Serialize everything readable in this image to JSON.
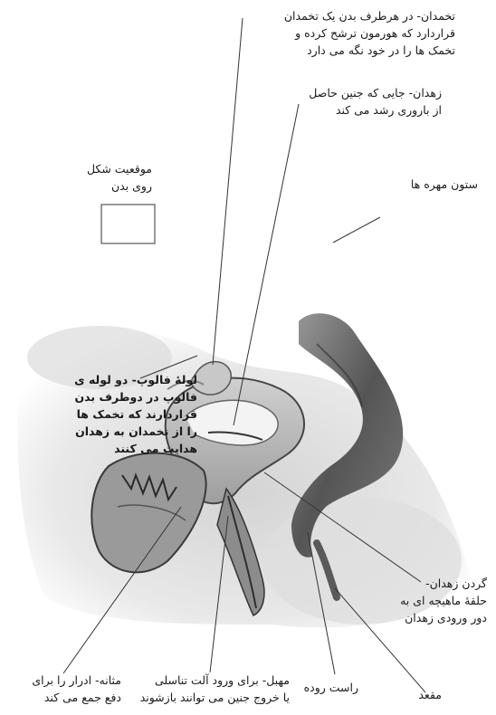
{
  "labels": {
    "ovary": [
      "تخمدان- در هرطرف بدن یک تخمدان",
      "قراردارد که هورمون ترشح کرده و",
      "تخمک ها را در خود نگه می دارد"
    ],
    "uterus": [
      "زهدان- جایی که جنین حاصل",
      "از باروری رشد می کند"
    ],
    "body_location": [
      "موقعیت شکل",
      "روی بدن"
    ],
    "spine": [
      "ستون مهره ها"
    ],
    "fallopian": [
      "لولهٔ فالوپ- دو لوله ی",
      "فالوپ در دوطرف بدن",
      "قراردارند که تخمک ها",
      "را از تخمدان به زهدان",
      "هدایت می کنند"
    ],
    "cervix": [
      "گردن زهدان-",
      "حلقهٔ ماهیچه ای به",
      "دور ورودی زهدان"
    ],
    "bladder": [
      "مثانه- ادرار را برای",
      "دفع جمع می کند"
    ],
    "vagina": [
      "مهبل- برای ورود آلت تناسلی",
      "یا خروج جنین می توانند بازشوند"
    ],
    "rectum": [
      "راست روده"
    ],
    "anus": [
      "مقعد"
    ]
  },
  "colors": {
    "line": "#333333",
    "tissue_light": "#d9d9d9",
    "tissue_mid": "#a8a8a8",
    "tissue_dark": "#4a4a4a"
  }
}
